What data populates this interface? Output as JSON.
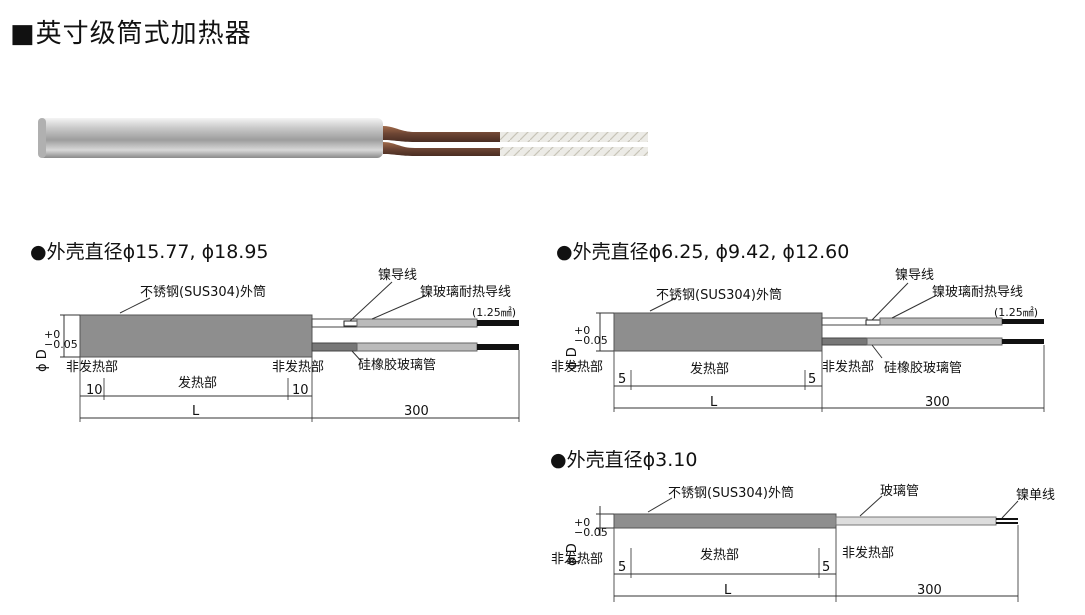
{
  "title": "■英寸级筒式加热器",
  "section1": {
    "heading": "●外壳直径ϕ15.77, ϕ18.95",
    "sheath": "不锈钢(SUS304)外筒",
    "nickel_lead": "镍导线",
    "glass_lead": "镍玻璃耐热导线",
    "wire_size": "(1.25㎟)",
    "sleeve": "硅橡胶玻璃管",
    "diameter": "ϕ D",
    "tol": "+0\n−0.05",
    "non_heat_left": "非发热部",
    "non_heat_right": "非发热部",
    "heat_zone": "发热部",
    "dim_left": "10",
    "dim_right": "10",
    "dim_L": "L",
    "dim_lead": "300"
  },
  "section2": {
    "heading": "●外壳直径ϕ6.25, ϕ9.42, ϕ12.60",
    "sheath": "不锈钢(SUS304)外筒",
    "nickel_lead": "镍导线",
    "glass_lead": "镍玻璃耐热导线",
    "wire_size": "(1.25㎟)",
    "sleeve": "硅橡胶玻璃管",
    "diameter": "ϕ D",
    "tol": "+0\n−0.05",
    "non_heat_left": "非发热部",
    "non_heat_right": "非发热部",
    "heat_zone": "发热部",
    "dim_left": "5",
    "dim_right": "5",
    "dim_L": "L",
    "dim_lead": "300"
  },
  "section3": {
    "heading": "●外壳直径ϕ3.10",
    "sheath": "不锈钢(SUS304)外筒",
    "glass_tube": "玻璃管",
    "single_lead": "镍单线",
    "diameter": "ϕ D",
    "tol": "+0\n−0.05",
    "non_heat_left": "非发热部",
    "non_heat_right": "非发热部",
    "heat_zone": "发热部",
    "dim_left": "5",
    "dim_right": "5",
    "dim_L": "L",
    "dim_lead": "300"
  }
}
